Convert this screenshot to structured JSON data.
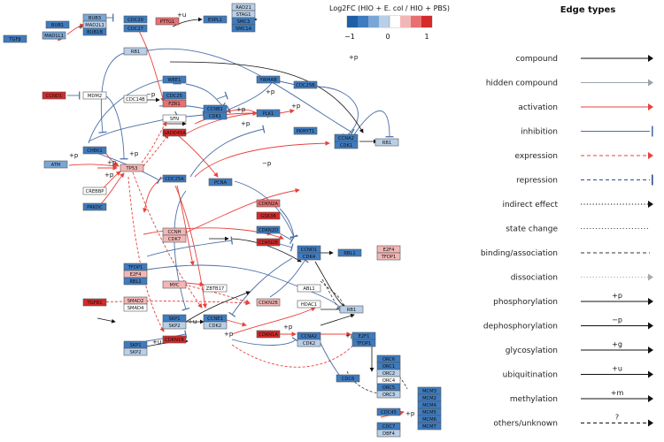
{
  "colors": {
    "activation": "#e8413c",
    "inhibition": "#4a6ea8",
    "compound": "#111111",
    "hidden": "#9aa3ad",
    "neutral_edge": "#333333",
    "scale": [
      "#1f5fa6",
      "#3e7bbf",
      "#7aa6d6",
      "#b9cfe8",
      "#ffffff",
      "#f3b6b6",
      "#e87070",
      "#d52a2a"
    ]
  },
  "legend": {
    "title": "Log2FC (HIO + E. col / HIO + PBS)",
    "ticks": [
      "−1",
      "0",
      "1"
    ]
  },
  "edge_types": {
    "title": "Edge types",
    "items": [
      {
        "label": "compound",
        "style": "solid",
        "color": "#111111",
        "head": "arrow",
        "mark": ""
      },
      {
        "label": "hidden compound",
        "style": "solid",
        "color": "#9aa3ad",
        "head": "arrow",
        "mark": ""
      },
      {
        "label": "activation",
        "style": "solid",
        "color": "#e8413c",
        "head": "arrow",
        "mark": ""
      },
      {
        "label": "inhibition",
        "style": "solid",
        "color": "#4a6ea8",
        "head": "bar",
        "mark": ""
      },
      {
        "label": "expression",
        "style": "dashed",
        "color": "#e8413c",
        "head": "arrow",
        "mark": ""
      },
      {
        "label": "repression",
        "style": "dashed",
        "color": "#2c4f8c",
        "head": "bar",
        "mark": ""
      },
      {
        "label": "indirect effect",
        "style": "dotted",
        "color": "#111111",
        "head": "arrow",
        "mark": ""
      },
      {
        "label": "state change",
        "style": "dotted",
        "color": "#555555",
        "head": "none",
        "mark": ""
      },
      {
        "label": "binding/association",
        "style": "dashed",
        "color": "#333333",
        "head": "none",
        "mark": ""
      },
      {
        "label": "dissociation",
        "style": "dotted",
        "color": "#aaaaaa",
        "head": "arrow",
        "mark": ""
      },
      {
        "label": "phosphorylation",
        "style": "solid",
        "color": "#111111",
        "head": "arrow",
        "mark": "+p"
      },
      {
        "label": "dephosphorylation",
        "style": "solid",
        "color": "#111111",
        "head": "arrow",
        "mark": "−p"
      },
      {
        "label": "glycosylation",
        "style": "solid",
        "color": "#111111",
        "head": "arrow",
        "mark": "+g"
      },
      {
        "label": "ubiquitination",
        "style": "solid",
        "color": "#111111",
        "head": "arrow",
        "mark": "+u"
      },
      {
        "label": "methylation",
        "style": "solid",
        "color": "#111111",
        "head": "arrow",
        "mark": "+m"
      },
      {
        "label": "others/unknown",
        "style": "dashed",
        "color": "#111111",
        "head": "arrow",
        "mark": "?"
      }
    ]
  },
  "nodes": [
    {
      "id": "TGFB_left",
      "label": "TGFβ",
      "fill": "#3e7bbf"
    },
    {
      "id": "BUB1",
      "label": "BUB1",
      "fill": "#3e7bbf"
    },
    {
      "id": "MAD1L1",
      "label": "MAD1L1",
      "fill": "#7aa6d6"
    },
    {
      "id": "BUB3",
      "label": "BUB3",
      "fill": "#7aa6d6"
    },
    {
      "id": "MAD2L1",
      "label": "MAD2L1",
      "fill": "#b9cfe8"
    },
    {
      "id": "BUB1B",
      "label": "BUB1B",
      "fill": "#3e7bbf"
    },
    {
      "id": "CDC20",
      "label": "CDC20",
      "fill": "#3e7bbf"
    },
    {
      "id": "CDC27",
      "label": "CDC27",
      "fill": "#3e7bbf"
    },
    {
      "id": "PTTG1",
      "label": "PTTG1",
      "fill": "#e87070"
    },
    {
      "id": "ESPL1",
      "label": "ESPL1",
      "fill": "#3e7bbf"
    },
    {
      "id": "RAD21",
      "label": "RAD21",
      "fill": "#b9cfe8"
    },
    {
      "id": "STAG1",
      "label": "STAG1",
      "fill": "#b9cfe8"
    },
    {
      "id": "SMC3",
      "label": "SMC3",
      "fill": "#3e7bbf"
    },
    {
      "id": "SMC1A",
      "label": "SMC1A",
      "fill": "#3e7bbf"
    },
    {
      "id": "RB1_top",
      "label": "RB1",
      "fill": "#b9cfe8"
    },
    {
      "id": "CCND1_red",
      "label": "CCND1",
      "fill": "#d52a2a"
    },
    {
      "id": "MDM2",
      "label": "MDM2",
      "fill": "#ffffff"
    },
    {
      "id": "WEE1",
      "label": "WEE1",
      "fill": "#3e7bbf"
    },
    {
      "id": "YWHAB",
      "label": "YWHAB",
      "fill": "#3e7bbf"
    },
    {
      "id": "CDC25B",
      "label": "CDC25B",
      "fill": "#3e7bbf"
    },
    {
      "id": "CDC14B",
      "label": "CDC14B",
      "fill": "#ffffff"
    },
    {
      "id": "CDC25",
      "label": "CDC25",
      "fill": "#3e7bbf"
    },
    {
      "id": "FZR1",
      "label": "FZR1",
      "fill": "#e87070"
    },
    {
      "id": "CCNB1",
      "label": "CCNB1",
      "fill": "#3e7bbf"
    },
    {
      "id": "CDK1",
      "label": "CDK1",
      "fill": "#3e7bbf"
    },
    {
      "id": "PLK1",
      "label": "PLK1",
      "fill": "#3e7bbf"
    },
    {
      "id": "SFN",
      "label": "SFN",
      "fill": "#ffffff"
    },
    {
      "id": "GADD45A",
      "label": "GADD45A",
      "fill": "#d52a2a"
    },
    {
      "id": "PKMYT1",
      "label": "PKMYT1",
      "fill": "#3e7bbf"
    },
    {
      "id": "CCNA2",
      "label": "CCNA2",
      "fill": "#3e7bbf"
    },
    {
      "id": "CDK1b",
      "label": "CDK1",
      "fill": "#3e7bbf"
    },
    {
      "id": "RB1_right",
      "label": "RB1",
      "fill": "#b9cfe8"
    },
    {
      "id": "CHEK1",
      "label": "CHEK1",
      "fill": "#3e7bbf"
    },
    {
      "id": "ATM",
      "label": "ATM",
      "fill": "#7aa6d6"
    },
    {
      "id": "TP53",
      "label": "TP53",
      "fill": "#f3b6b6"
    },
    {
      "id": "CREBBP",
      "label": "CREBBP",
      "fill": "#ffffff"
    },
    {
      "id": "PRKDC",
      "label": "PRKDC",
      "fill": "#3e7bbf"
    },
    {
      "id": "CDC25A",
      "label": "CDC25A",
      "fill": "#3e7bbf"
    },
    {
      "id": "PCNA",
      "label": "PCNA",
      "fill": "#3e7bbf"
    },
    {
      "id": "CDKN2A",
      "label": "CDKN2A",
      "fill": "#e87070"
    },
    {
      "id": "GSK3B",
      "label": "GSK3B",
      "fill": "#d52a2a"
    },
    {
      "id": "CDKN2D",
      "label": "CDKN2D",
      "fill": "#3e7bbf"
    },
    {
      "id": "CDKN2B_top",
      "label": "CDKN2B",
      "fill": "#d52a2a"
    },
    {
      "id": "CCNH",
      "label": "CCNH",
      "fill": "#f3b6b6"
    },
    {
      "id": "CDK7",
      "label": "CDK7",
      "fill": "#f3b6b6"
    },
    {
      "id": "CCND1",
      "label": "CCND1",
      "fill": "#3e7bbf"
    },
    {
      "id": "CDK4",
      "label": "CDK4",
      "fill": "#3e7bbf"
    },
    {
      "id": "RBL1",
      "label": "RBL1",
      "fill": "#3e7bbf"
    },
    {
      "id": "E2F4",
      "label": "E2F4",
      "fill": "#f3b6b6"
    },
    {
      "id": "TFDP1_r",
      "label": "TFDP1",
      "fill": "#f3b6b6"
    },
    {
      "id": "TFDP1",
      "label": "TFDP1",
      "fill": "#3e7bbf"
    },
    {
      "id": "E2F4_l",
      "label": "E2F4",
      "fill": "#f3b6b6"
    },
    {
      "id": "RBL1_l",
      "label": "RBL1",
      "fill": "#3e7bbf"
    },
    {
      "id": "MYC",
      "label": "MYC",
      "fill": "#f3b6b6"
    },
    {
      "id": "ZBTB17",
      "label": "ZBTB17",
      "fill": "#ffffff"
    },
    {
      "id": "ABL1",
      "label": "ABL1",
      "fill": "#ffffff"
    },
    {
      "id": "HDAC1",
      "label": "HDAC1",
      "fill": "#ffffff"
    },
    {
      "id": "TGFB",
      "label": "TGFB1",
      "fill": "#d52a2a"
    },
    {
      "id": "SMAD2",
      "label": "SMAD2",
      "fill": "#f3b6b6"
    },
    {
      "id": "SMAD4",
      "label": "SMAD4",
      "fill": "#ffffff"
    },
    {
      "id": "CDKN2B",
      "label": "CDKN2B",
      "fill": "#f3b6b6"
    },
    {
      "id": "RB1_mid",
      "label": "RB1",
      "fill": "#b9cfe8"
    },
    {
      "id": "SKP1",
      "label": "SKP1",
      "fill": "#3e7bbf"
    },
    {
      "id": "SKP2",
      "label": "SKP2",
      "fill": "#b9cfe8"
    },
    {
      "id": "CCNE1",
      "label": "CCNE1",
      "fill": "#3e7bbf"
    },
    {
      "id": "CDK2",
      "label": "CDK2",
      "fill": "#b9cfe8"
    },
    {
      "id": "SKP1b",
      "label": "SKP1",
      "fill": "#3e7bbf"
    },
    {
      "id": "SKP2b",
      "label": "SKP2",
      "fill": "#b9cfe8"
    },
    {
      "id": "CDKN1B",
      "label": "CDKN1B",
      "fill": "#d52a2a"
    },
    {
      "id": "CDKN1A",
      "label": "CDKN1A",
      "fill": "#d52a2a"
    },
    {
      "id": "CCNA2b",
      "label": "CCNA2",
      "fill": "#3e7bbf"
    },
    {
      "id": "CDK2b",
      "label": "CDK2",
      "fill": "#b9cfe8"
    },
    {
      "id": "E2F1",
      "label": "E2F1",
      "fill": "#3e7bbf"
    },
    {
      "id": "TFDP1b",
      "label": "TFDP1",
      "fill": "#3e7bbf"
    },
    {
      "id": "CDC6",
      "label": "CDC6",
      "fill": "#3e7bbf"
    },
    {
      "id": "ORC6",
      "label": "ORC6",
      "fill": "#3e7bbf"
    },
    {
      "id": "ORC1",
      "label": "ORC1",
      "fill": "#3e7bbf"
    },
    {
      "id": "ORC2",
      "label": "ORC2",
      "fill": "#b9cfe8"
    },
    {
      "id": "ORC4",
      "label": "ORC4",
      "fill": "#ffffff"
    },
    {
      "id": "ORC5",
      "label": "ORC5",
      "fill": "#3e7bbf"
    },
    {
      "id": "ORC3",
      "label": "ORC3",
      "fill": "#b9cfe8"
    },
    {
      "id": "MCM3",
      "label": "MCM3",
      "fill": "#3e7bbf"
    },
    {
      "id": "MCM2",
      "label": "MCM2",
      "fill": "#3e7bbf"
    },
    {
      "id": "MCM4",
      "label": "MCM4",
      "fill": "#3e7bbf"
    },
    {
      "id": "MCM5",
      "label": "MCM5",
      "fill": "#3e7bbf"
    },
    {
      "id": "MCM6",
      "label": "MCM6",
      "fill": "#3e7bbf"
    },
    {
      "id": "MCM7",
      "label": "MCM7",
      "fill": "#3e7bbf"
    },
    {
      "id": "CDC45",
      "label": "CDC45",
      "fill": "#3e7bbf"
    },
    {
      "id": "CDC7",
      "label": "CDC7",
      "fill": "#3e7bbf"
    },
    {
      "id": "DBF4",
      "label": "DBF4",
      "fill": "#b9cfe8"
    }
  ],
  "edge_labels": [
    "+p",
    "+p",
    "+u",
    "−p",
    "+p",
    "+p",
    "+p",
    "+p",
    "−p",
    "+p",
    "+p",
    "+p",
    "+p",
    "+p",
    "−p",
    "−p",
    "+u",
    "+u",
    "+p",
    "+p",
    "+p",
    "+p"
  ]
}
